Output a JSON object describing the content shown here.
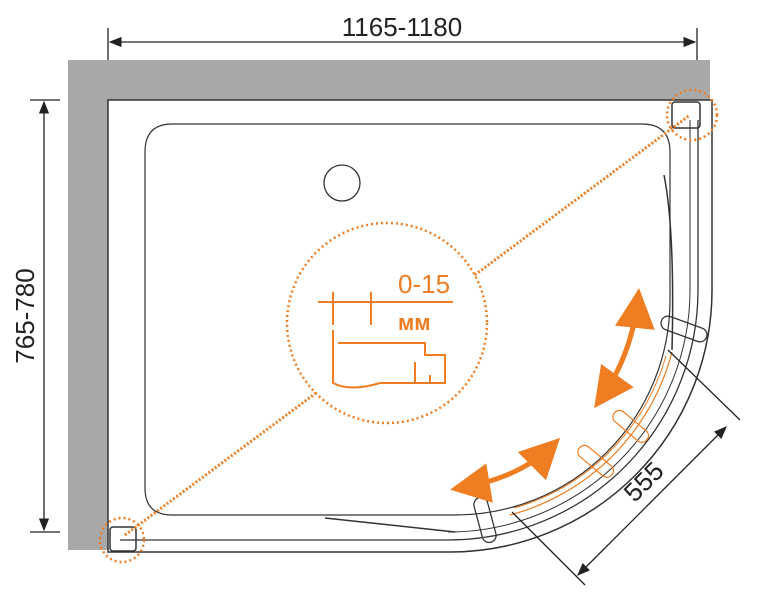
{
  "dimensions": {
    "width": "1165-1180",
    "depth": "765-780",
    "door": "555"
  },
  "detail": {
    "adjustment": "0-15",
    "unit": "мм"
  },
  "colors": {
    "accent": "#ef7d22",
    "wall": "#a8a8a8",
    "line": "#333333"
  }
}
